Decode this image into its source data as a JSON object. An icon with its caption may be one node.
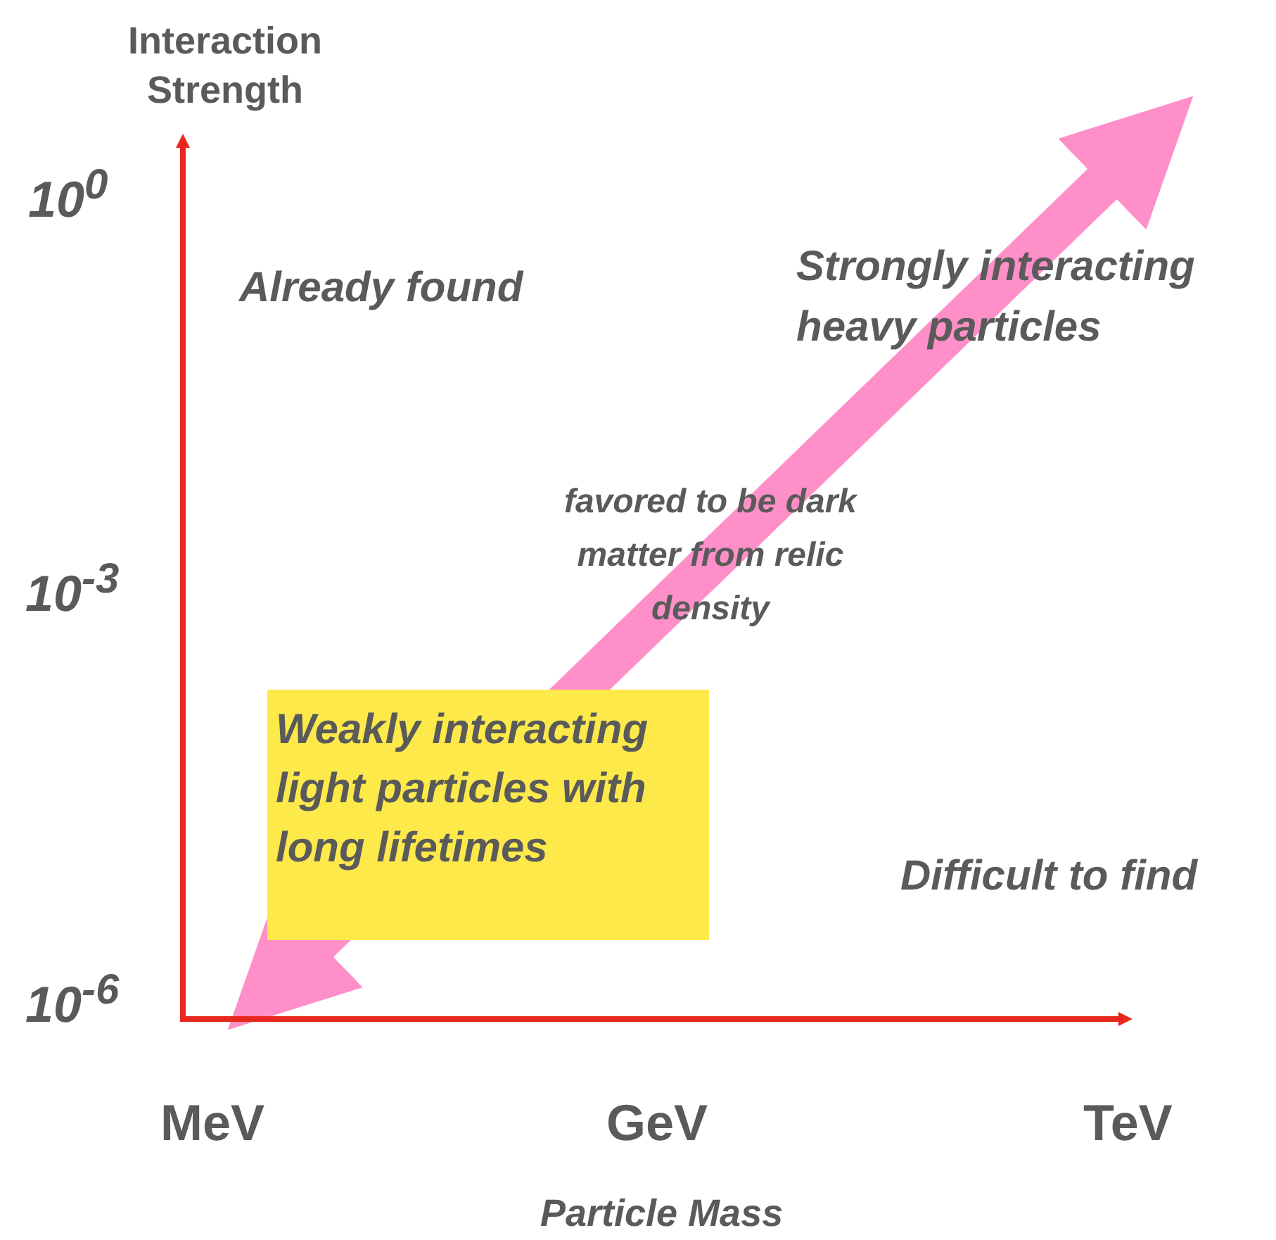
{
  "diagram": {
    "nodes": [
      {
        "text": [
          "Weakly interacting light particles with long lifetimes"
        ]
      }
    ],
    "labels": [
      "Interaction Strength",
      "10$^{0}$",
      "Already found",
      "Strongly interacting heavy particles",
      "favored to be dark matter from relic density",
      "10$^{-3}$",
      "Difficult to find",
      "10$^{-6}$",
      "MeV",
      "GeV",
      "TeV",
      "Particle Mass"
    ]
  }
}
